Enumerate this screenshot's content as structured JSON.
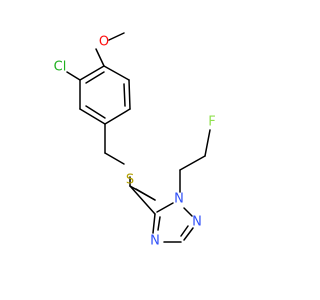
{
  "molecule": {
    "atoms": {
      "methoxy_carbon": {
        "element": "C",
        "label": ""
      },
      "methoxy_oxygen": {
        "element": "O",
        "label": "O"
      },
      "chlorine": {
        "element": "Cl",
        "label": "Cl"
      },
      "sulfur": {
        "element": "S",
        "label": "S"
      },
      "fluorine": {
        "element": "F",
        "label": "F"
      },
      "triazole_n1": {
        "element": "N",
        "label": "N"
      },
      "triazole_n2": {
        "element": "N",
        "label": "N"
      },
      "triazole_n4": {
        "element": "N",
        "label": "N"
      }
    },
    "colors": {
      "bond": "#000000",
      "O": "#ff0d0d",
      "Cl": "#1fb01f",
      "S": "#b2a000",
      "F": "#90e050",
      "N": "#3050f8"
    }
  }
}
